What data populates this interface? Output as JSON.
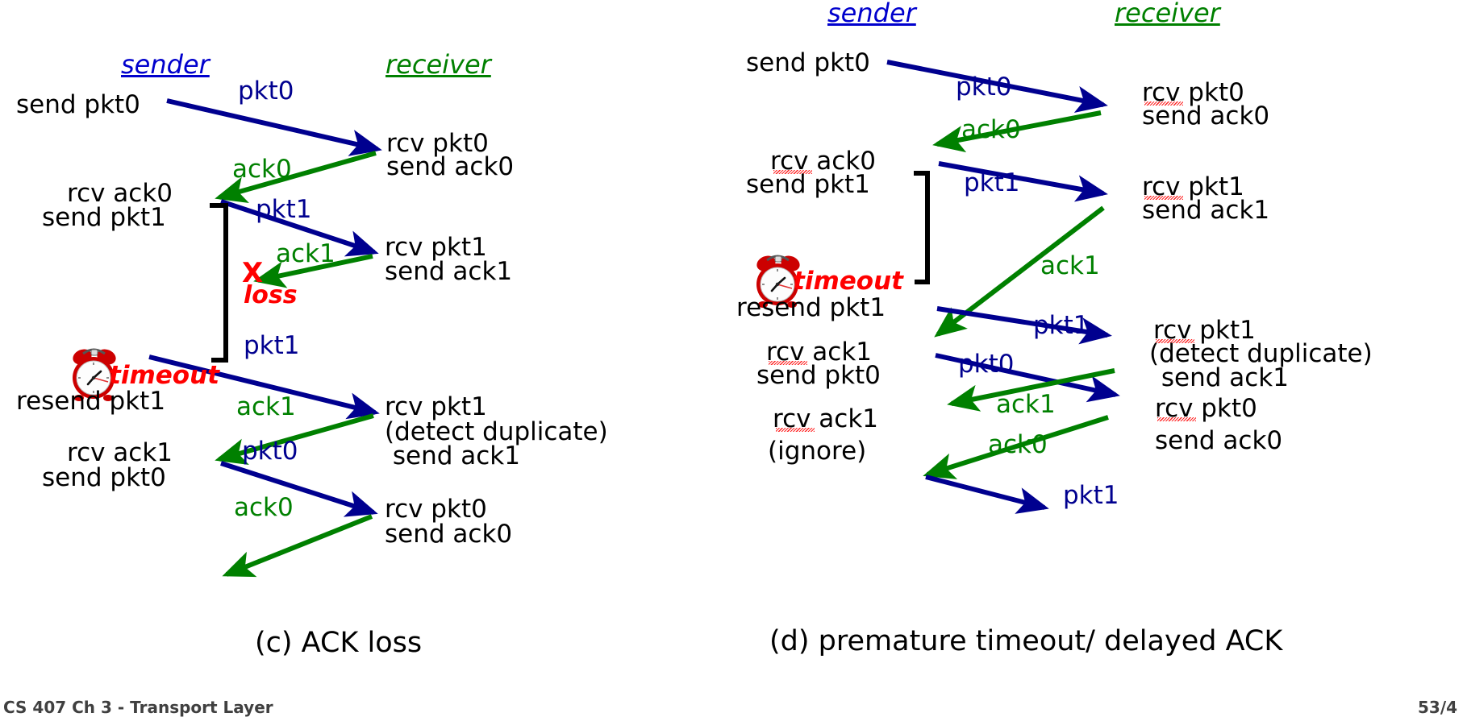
{
  "meta": {
    "left_caption": "(c) ACK loss",
    "right_caption": "(d) premature timeout/ delayed ACK",
    "footer_left": "CS 407 Ch 3 - Transport Layer",
    "footer_right": "53/4"
  },
  "colors": {
    "sender_header": "#0000cd",
    "receiver_header": "#008000",
    "pkt_arrow": "#00008f",
    "ack_arrow": "#008000",
    "loss": "#ff0000",
    "text": "#000000",
    "clock_body": "#cc0000"
  },
  "diagram_c": {
    "headers": {
      "sender": "sender",
      "receiver": "receiver"
    },
    "sender_events": [
      {
        "id": "c-s1",
        "lines": [
          "send pkt0"
        ]
      },
      {
        "id": "c-s2",
        "lines": [
          "rcv ack0",
          "send pkt1"
        ]
      },
      {
        "id": "c-s3",
        "lines": [
          "timeout"
        ],
        "style": "red-italic",
        "icon": "alarm-clock-icon"
      },
      {
        "id": "c-s4",
        "lines": [
          "resend pkt1"
        ]
      },
      {
        "id": "c-s5",
        "lines": [
          "rcv ack1",
          "send pkt0"
        ]
      }
    ],
    "receiver_events": [
      {
        "id": "c-r1",
        "lines": [
          "rcv pkt0",
          "send ack0"
        ]
      },
      {
        "id": "c-r2",
        "lines": [
          "rcv pkt1",
          "send ack1"
        ]
      },
      {
        "id": "c-r3",
        "lines": [
          "rcv pkt1",
          "(detect duplicate)",
          " send ack1"
        ]
      },
      {
        "id": "c-r4",
        "lines": [
          "rcv pkt0",
          "send ack0"
        ]
      }
    ],
    "messages": [
      {
        "id": "c-m1",
        "label": "pkt0",
        "kind": "pkt",
        "dir": "to-receiver"
      },
      {
        "id": "c-m2",
        "label": "ack0",
        "kind": "ack",
        "dir": "to-sender"
      },
      {
        "id": "c-m3",
        "label": "pkt1",
        "kind": "pkt",
        "dir": "to-receiver"
      },
      {
        "id": "c-m4",
        "label": "ack1",
        "kind": "ack",
        "dir": "to-sender",
        "lost": true
      },
      {
        "id": "c-m5",
        "label": "pkt1",
        "kind": "pkt",
        "dir": "to-receiver"
      },
      {
        "id": "c-m6",
        "label": "ack1",
        "kind": "ack",
        "dir": "to-sender"
      },
      {
        "id": "c-m7",
        "label": "pkt0",
        "kind": "pkt",
        "dir": "to-receiver"
      },
      {
        "id": "c-m8",
        "label": "ack0",
        "kind": "ack",
        "dir": "to-sender"
      }
    ],
    "loss_marker": {
      "glyph": "X",
      "label": "loss"
    }
  },
  "diagram_d": {
    "headers": {
      "sender": "sender",
      "receiver": "receiver"
    },
    "sender_events": [
      {
        "id": "d-s1",
        "lines": [
          "send pkt0"
        ]
      },
      {
        "id": "d-s2",
        "lines": [
          "rcv ack0",
          "send pkt1"
        ]
      },
      {
        "id": "d-s3",
        "lines": [
          "timeout"
        ],
        "style": "red-italic",
        "icon": "alarm-clock-icon"
      },
      {
        "id": "d-s4",
        "lines": [
          "resend pkt1"
        ]
      },
      {
        "id": "d-s5",
        "lines": [
          "rcv ack1",
          "send pkt0"
        ]
      },
      {
        "id": "d-s6",
        "lines": [
          "rcv ack1",
          "(ignore)"
        ]
      }
    ],
    "receiver_events": [
      {
        "id": "d-r1",
        "lines": [
          "rcv pkt0",
          "send ack0"
        ]
      },
      {
        "id": "d-r2",
        "lines": [
          "rcv pkt1",
          "send ack1"
        ]
      },
      {
        "id": "d-r3",
        "lines": [
          "rcv pkt1",
          "(detect duplicate)",
          " send ack1"
        ]
      },
      {
        "id": "d-r4",
        "lines": [
          "rcv pkt0",
          "send ack0"
        ]
      }
    ],
    "messages": [
      {
        "id": "d-m1",
        "label": "pkt0",
        "kind": "pkt",
        "dir": "to-receiver"
      },
      {
        "id": "d-m2",
        "label": "ack0",
        "kind": "ack",
        "dir": "to-sender"
      },
      {
        "id": "d-m3",
        "label": "pkt1",
        "kind": "pkt",
        "dir": "to-receiver"
      },
      {
        "id": "d-m4",
        "label": "ack1",
        "kind": "ack",
        "dir": "to-sender"
      },
      {
        "id": "d-m5",
        "label": "pkt1",
        "kind": "pkt",
        "dir": "to-receiver"
      },
      {
        "id": "d-m6",
        "label": "pkt0",
        "kind": "pkt",
        "dir": "to-receiver"
      },
      {
        "id": "d-m7",
        "label": "ack1",
        "kind": "ack",
        "dir": "to-sender"
      },
      {
        "id": "d-m8",
        "label": "ack0",
        "kind": "ack",
        "dir": "to-sender"
      },
      {
        "id": "d-m9",
        "label": "pkt1",
        "kind": "pkt",
        "dir": "to-receiver"
      }
    ]
  }
}
